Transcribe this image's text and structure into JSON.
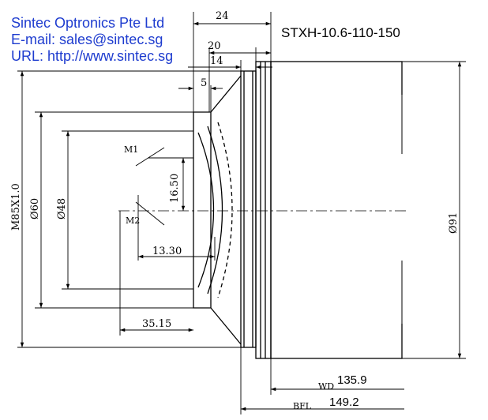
{
  "company": {
    "name": "Sintec Optronics Pte Ltd",
    "email_line": "E-mail: sales@sintec.sg",
    "url_line": "URL: http://www.sintec.sg"
  },
  "model": "STXH-10.6-110-150",
  "dimensions": {
    "overall_length": "24",
    "length_20": "20",
    "length_14": "14",
    "length_5": "5",
    "thread": "M85X1.0",
    "dia_60": "Ø60",
    "dia_48": "Ø48",
    "dia_91": "Ø91",
    "dim_16_50": "16.50",
    "dim_13_30": "13.30",
    "dim_35_15": "35.15",
    "wd_label": "WD",
    "wd_value": "135.9",
    "bfl_label": "BFL",
    "bfl_value": "149.2"
  },
  "mirrors": {
    "m1": "M1",
    "m2": "M2"
  }
}
